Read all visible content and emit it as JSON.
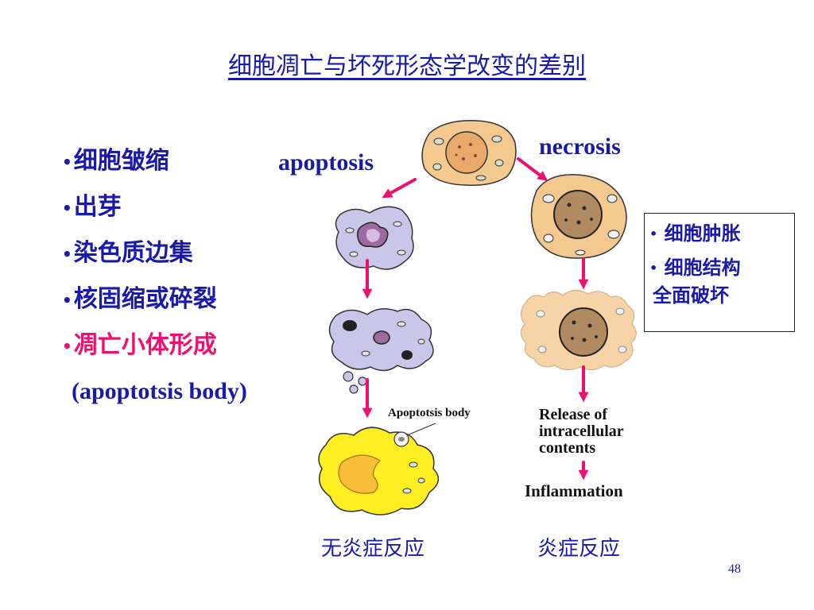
{
  "title": "细胞凋亡与坏死形态学改变的差别",
  "left_bullets": [
    {
      "text": "细胞皱缩",
      "color": "#1a1aa8"
    },
    {
      "text": "出芽",
      "color": "#1a1aa8"
    },
    {
      "text": "染色质边集",
      "color": "#1a1aa8"
    },
    {
      "text": "核固缩或碎裂",
      "color": "#1a1aa8"
    },
    {
      "text": "凋亡小体形成",
      "color": "#ee1070"
    }
  ],
  "apoptotic_body_paren": "(apoptotsis body)",
  "labels": {
    "apoptosis": "apoptosis",
    "necrosis": "necrosis",
    "apoptotic_body": "Apoptotsis body",
    "release_line1": "Release of",
    "release_line2": "intracellular",
    "release_line3": "contents",
    "inflammation": "Inflammation"
  },
  "necrosis_box": {
    "item1": "细胞肿胀",
    "item2_line1": "细胞结构",
    "item2_line2": "全面破坏"
  },
  "captions": {
    "apoptosis": "无炎症反应",
    "necrosis": "炎症反应"
  },
  "bullet_glyph": "•",
  "page_number": "48",
  "colors": {
    "text_blue": "#1a1aa8",
    "arrow_pink": "#ee1070",
    "cell_tan": "#f3c98f",
    "apoptotic_lavender": "#c9c6ea",
    "macrophage_yellow": "#ffee22"
  }
}
